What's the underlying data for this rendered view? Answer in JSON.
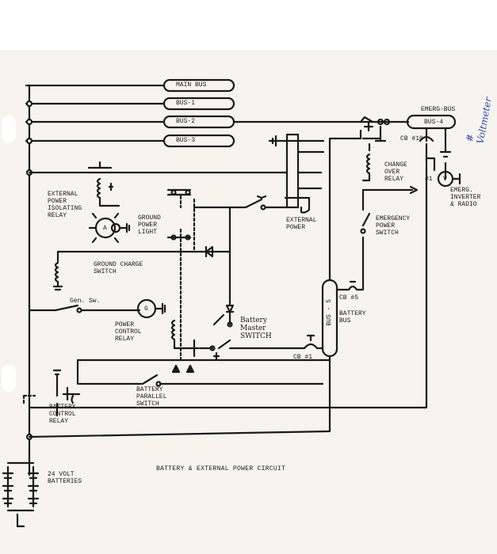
{
  "diagram": {
    "title": "BATTERY & EXTERNAL POWER CIRCUIT",
    "buses": {
      "main": "MAIN BUS",
      "bus1": "BUS-1",
      "bus2": "BUS-2",
      "bus3": "BUS-3",
      "emerg_bus": "EMERG-BUS",
      "bus4": "BUS-4",
      "bus5": "BUS - 5"
    },
    "labels": {
      "external_power_isolating_relay": "EXTERNAL\nPOWER\nISOLATING\nRELAY",
      "ground_power_light": "GROUND\nPOWER\nLIGHT",
      "ground_charge_switch": "GROUND CHARGE\nSWITCH",
      "gen_sw": "Gen. Sw.",
      "power_control_relay": "POWER\nCONTROL\nRELAY",
      "battery_master_switch": "Battery\nMaster\nSWITCH",
      "battery_parallel_switch": "BATTERY\nPARALLEL\nSWITCH",
      "battery_control_relay": "BATTERY\nCONTROL\nRELAY",
      "batteries": "24 VOLT\nBATTERIES",
      "external_power": "EXTERNAL\nPOWER",
      "change_over_relay": "CHANGE\nOVER\nRELAY",
      "emergency_power_switch": "EMERGENCY\nPOWER\nSWITCH",
      "battery_bus": "BATTERY\nBUS",
      "cb10": "CB #10",
      "cb5": "CB #5",
      "cb1": "CB #1",
      "emerg_inverter": "EMERG.\nINVERTER\n& RADIO",
      "hash1": "#1",
      "voltmeter": "V",
      "generator": "G",
      "ammeter": "A"
    },
    "handwriting": "# Voltmeter",
    "colors": {
      "paper": "#f7f4ef",
      "ink": "#1a1a1a",
      "pen": "#2a4bb0"
    }
  }
}
